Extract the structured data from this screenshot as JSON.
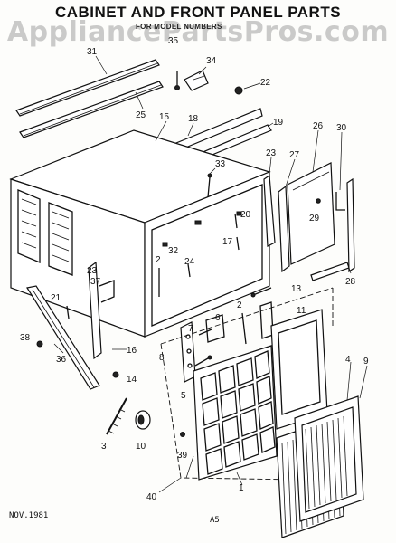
{
  "title": "CABINET AND FRONT PANEL PARTS",
  "subtitle": "FOR MODEL NUMBERS",
  "watermark": "AppliancePartsPros.com",
  "date": "NOV.1981",
  "page_code": "A5",
  "callouts": [
    {
      "id": "callout-31",
      "label": "31"
    },
    {
      "id": "callout-35",
      "label": "35"
    },
    {
      "id": "callout-34",
      "label": "34"
    },
    {
      "id": "callout-22",
      "label": "22"
    },
    {
      "id": "callout-25",
      "label": "25"
    },
    {
      "id": "callout-15",
      "label": "15"
    },
    {
      "id": "callout-18",
      "label": "18"
    },
    {
      "id": "callout-19",
      "label": "19"
    },
    {
      "id": "callout-26",
      "label": "26"
    },
    {
      "id": "callout-30",
      "label": "30"
    },
    {
      "id": "callout-33",
      "label": "33"
    },
    {
      "id": "callout-23a",
      "label": "23"
    },
    {
      "id": "callout-27",
      "label": "27"
    },
    {
      "id": "callout-20",
      "label": "20"
    },
    {
      "id": "callout-29",
      "label": "29"
    },
    {
      "id": "callout-17",
      "label": "17"
    },
    {
      "id": "callout-32",
      "label": "32"
    },
    {
      "id": "callout-2a",
      "label": "2"
    },
    {
      "id": "callout-24",
      "label": "24"
    },
    {
      "id": "callout-23b",
      "label": "23"
    },
    {
      "id": "callout-37",
      "label": "37"
    },
    {
      "id": "callout-21",
      "label": "21"
    },
    {
      "id": "callout-28",
      "label": "28"
    },
    {
      "id": "callout-13",
      "label": "13"
    },
    {
      "id": "callout-2b",
      "label": "2"
    },
    {
      "id": "callout-11",
      "label": "11"
    },
    {
      "id": "callout-7",
      "label": "7"
    },
    {
      "id": "callout-6",
      "label": "6"
    },
    {
      "id": "callout-38",
      "label": "38"
    },
    {
      "id": "callout-16",
      "label": "16"
    },
    {
      "id": "callout-8",
      "label": "8"
    },
    {
      "id": "callout-36",
      "label": "36"
    },
    {
      "id": "callout-14",
      "label": "14"
    },
    {
      "id": "callout-5",
      "label": "5"
    },
    {
      "id": "callout-4",
      "label": "4"
    },
    {
      "id": "callout-9",
      "label": "9"
    },
    {
      "id": "callout-3",
      "label": "3"
    },
    {
      "id": "callout-10",
      "label": "10"
    },
    {
      "id": "callout-39",
      "label": "39"
    },
    {
      "id": "callout-1",
      "label": "1"
    },
    {
      "id": "callout-40",
      "label": "40"
    }
  ]
}
